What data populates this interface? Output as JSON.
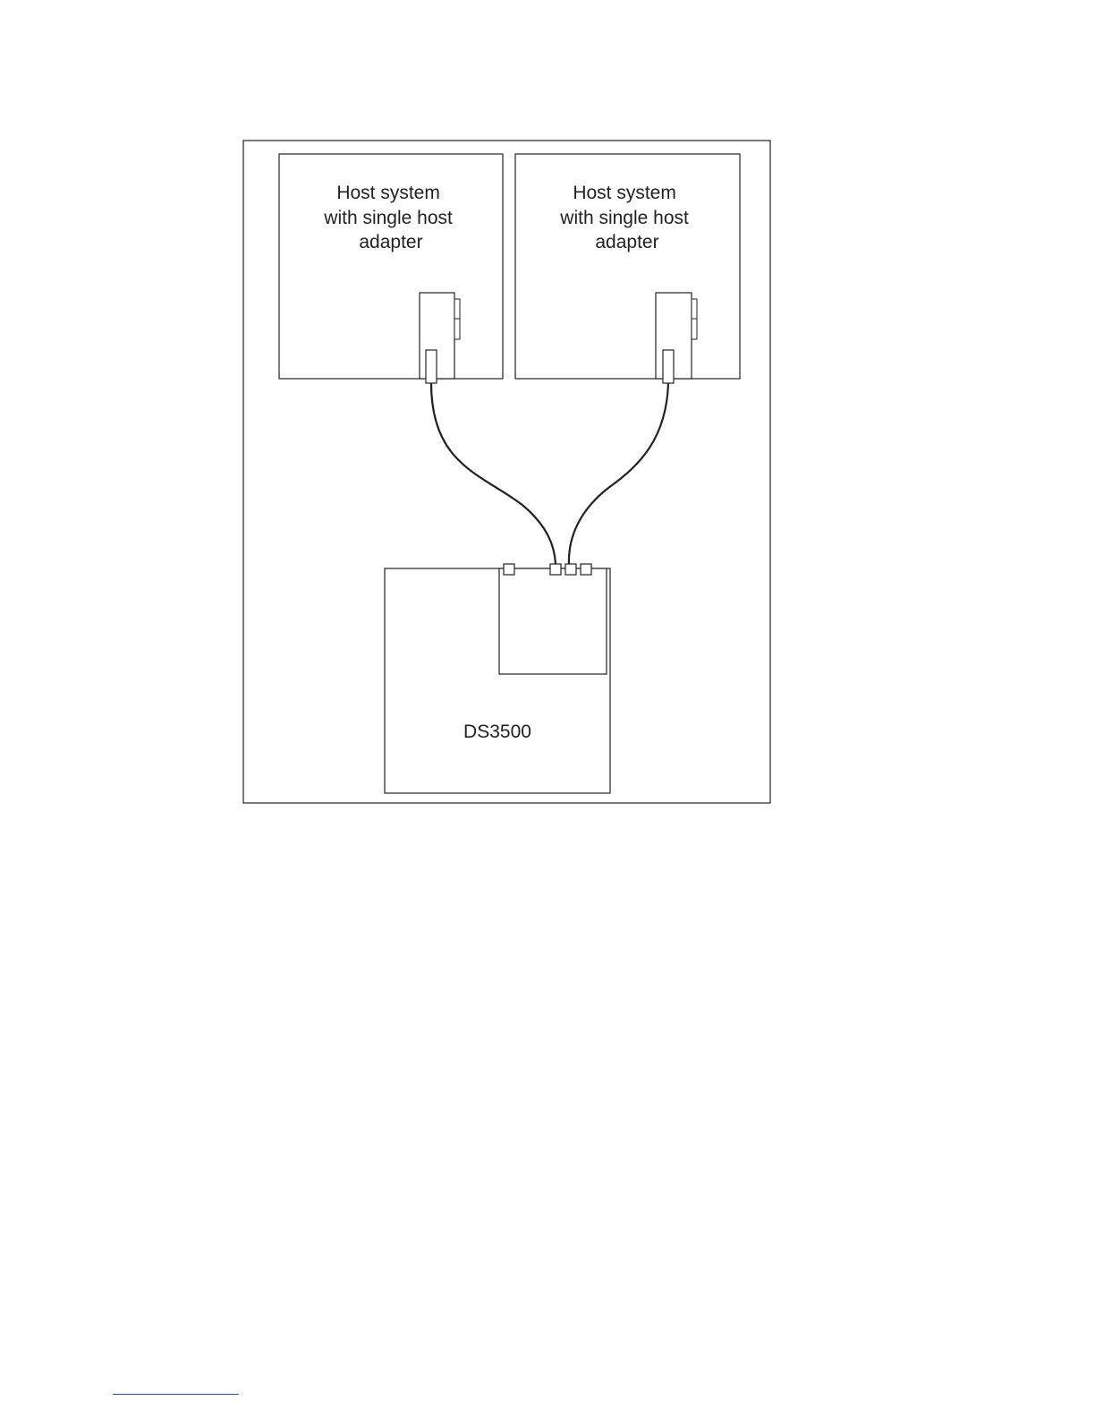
{
  "hosts": [
    {
      "label_lines": [
        "Host system",
        "with single host",
        "adapter"
      ]
    },
    {
      "label_lines": [
        "Host system",
        "with single host",
        "adapter"
      ]
    }
  ],
  "storage": {
    "label": "DS3500"
  },
  "colors": {
    "stroke": "#222222",
    "background": "#ffffff",
    "footer_rule": "#2b4fd6"
  }
}
